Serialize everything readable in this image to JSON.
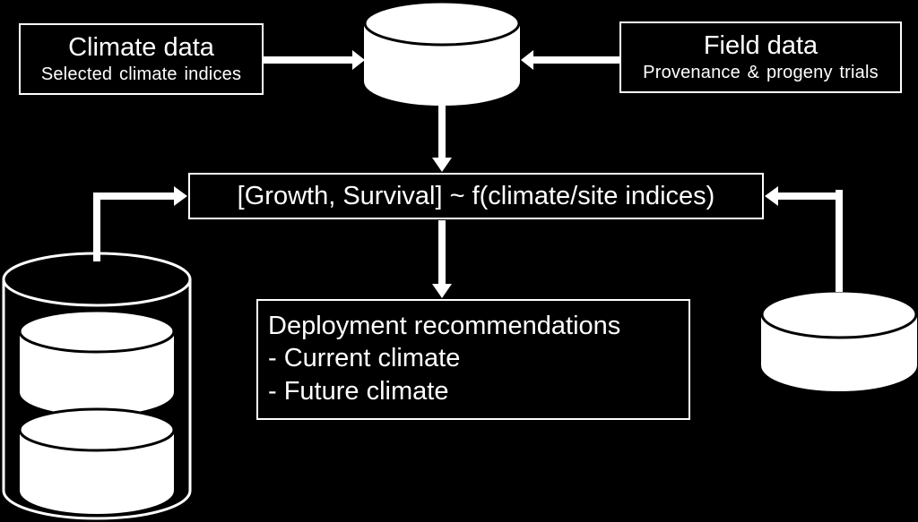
{
  "diagram": {
    "climate_box": {
      "title": "Climate data",
      "subtitle": "Selected climate indices"
    },
    "field_box": {
      "title": "Field data",
      "subtitle": "Provenance & progeny trials"
    },
    "model_box": {
      "text": "[Growth, Survival] ~ f(climate/site indices)"
    },
    "deployment_box": {
      "title": "Deployment recommendations",
      "items": [
        "- Current climate",
        "- Future climate"
      ]
    },
    "colors": {
      "background": "#000000",
      "foreground": "#ffffff"
    }
  }
}
